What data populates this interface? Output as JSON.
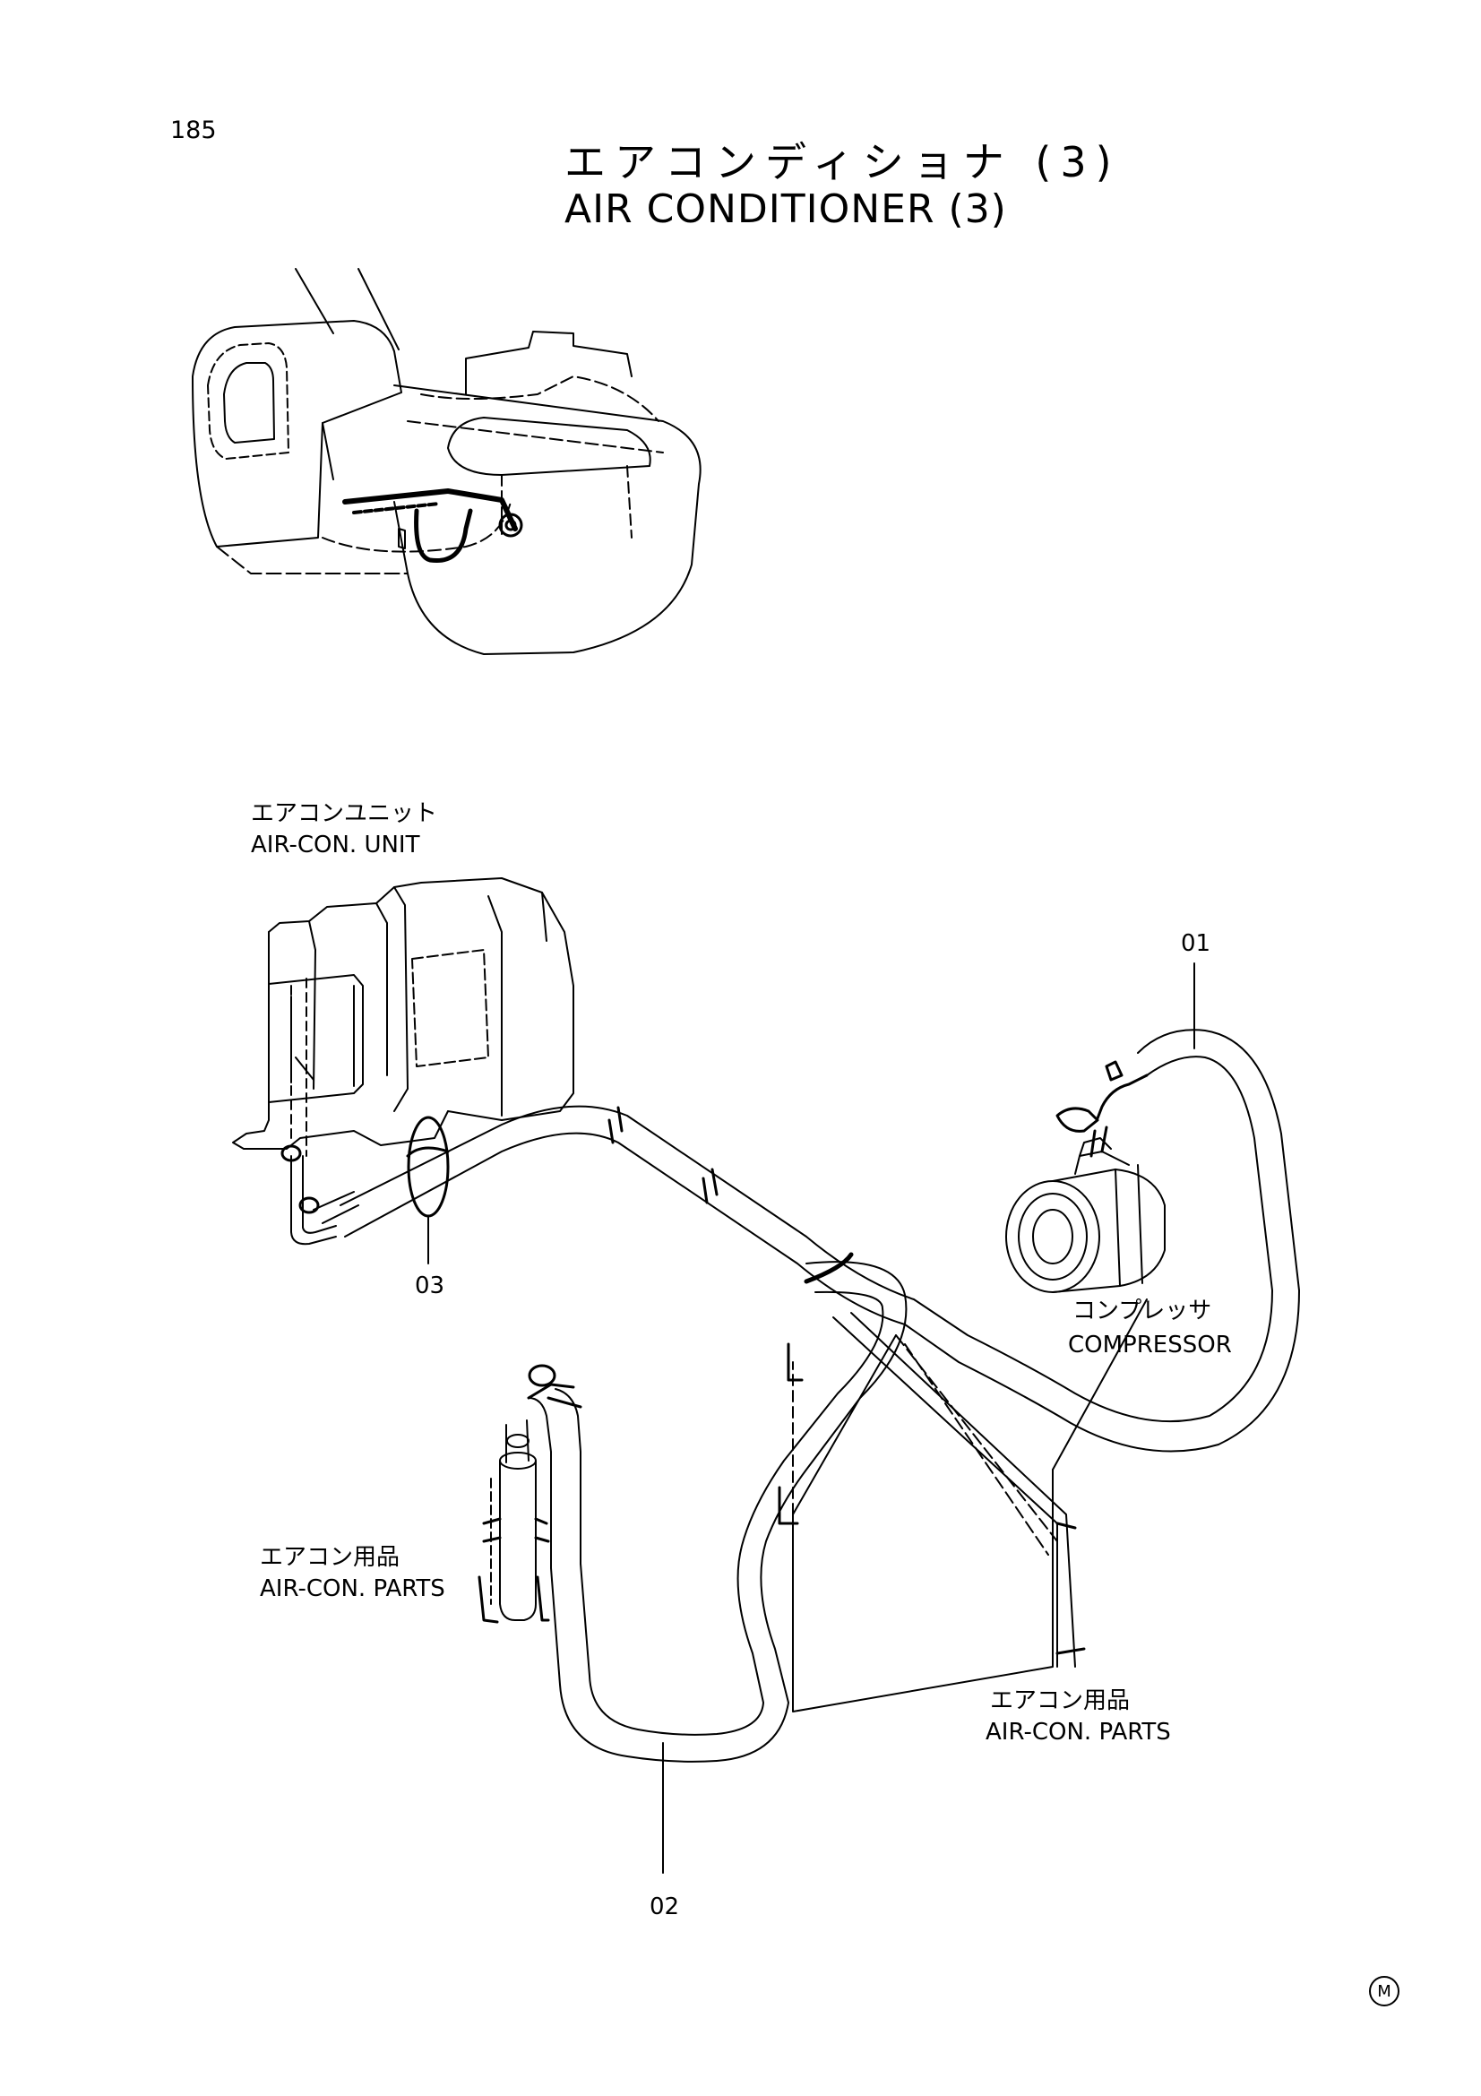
{
  "page": {
    "number": "185",
    "title_ja": "エアコンディショナ (3)",
    "title_en": "AIR CONDITIONER (3)",
    "corner_mark": "M"
  },
  "labels": {
    "aircon_unit": {
      "ja": "エアコンユニット",
      "en": "AIR-CON. UNIT"
    },
    "compressor": {
      "ja": "コンプレッサ",
      "en": "COMPRESSOR"
    },
    "parts_receiver": {
      "ja": "エアコン用品",
      "en": "AIR-CON. PARTS"
    },
    "parts_condenser": {
      "ja": "エアコン用品",
      "en": "AIR-CON. PARTS"
    }
  },
  "callouts": [
    "01",
    "02",
    "03"
  ]
}
